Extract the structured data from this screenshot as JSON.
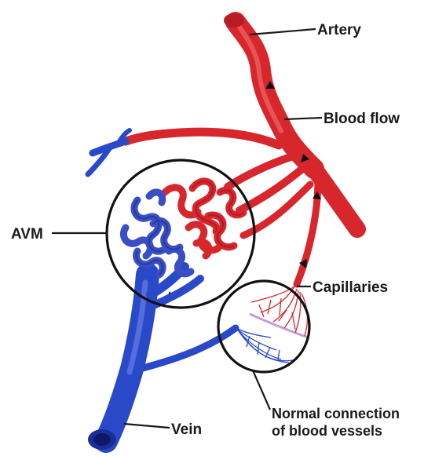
{
  "labels": {
    "artery": "Artery",
    "blood_flow": "Blood flow",
    "avm": "AVM",
    "capillaries": "Capillaries",
    "vein": "Vein",
    "normal_connection_line1": "Normal connection",
    "normal_connection_line2": "of blood vessels"
  },
  "colors": {
    "artery": "#d8262d",
    "vein": "#2a49c9",
    "outline": "#111111",
    "label_text": "#1a1a1a"
  }
}
